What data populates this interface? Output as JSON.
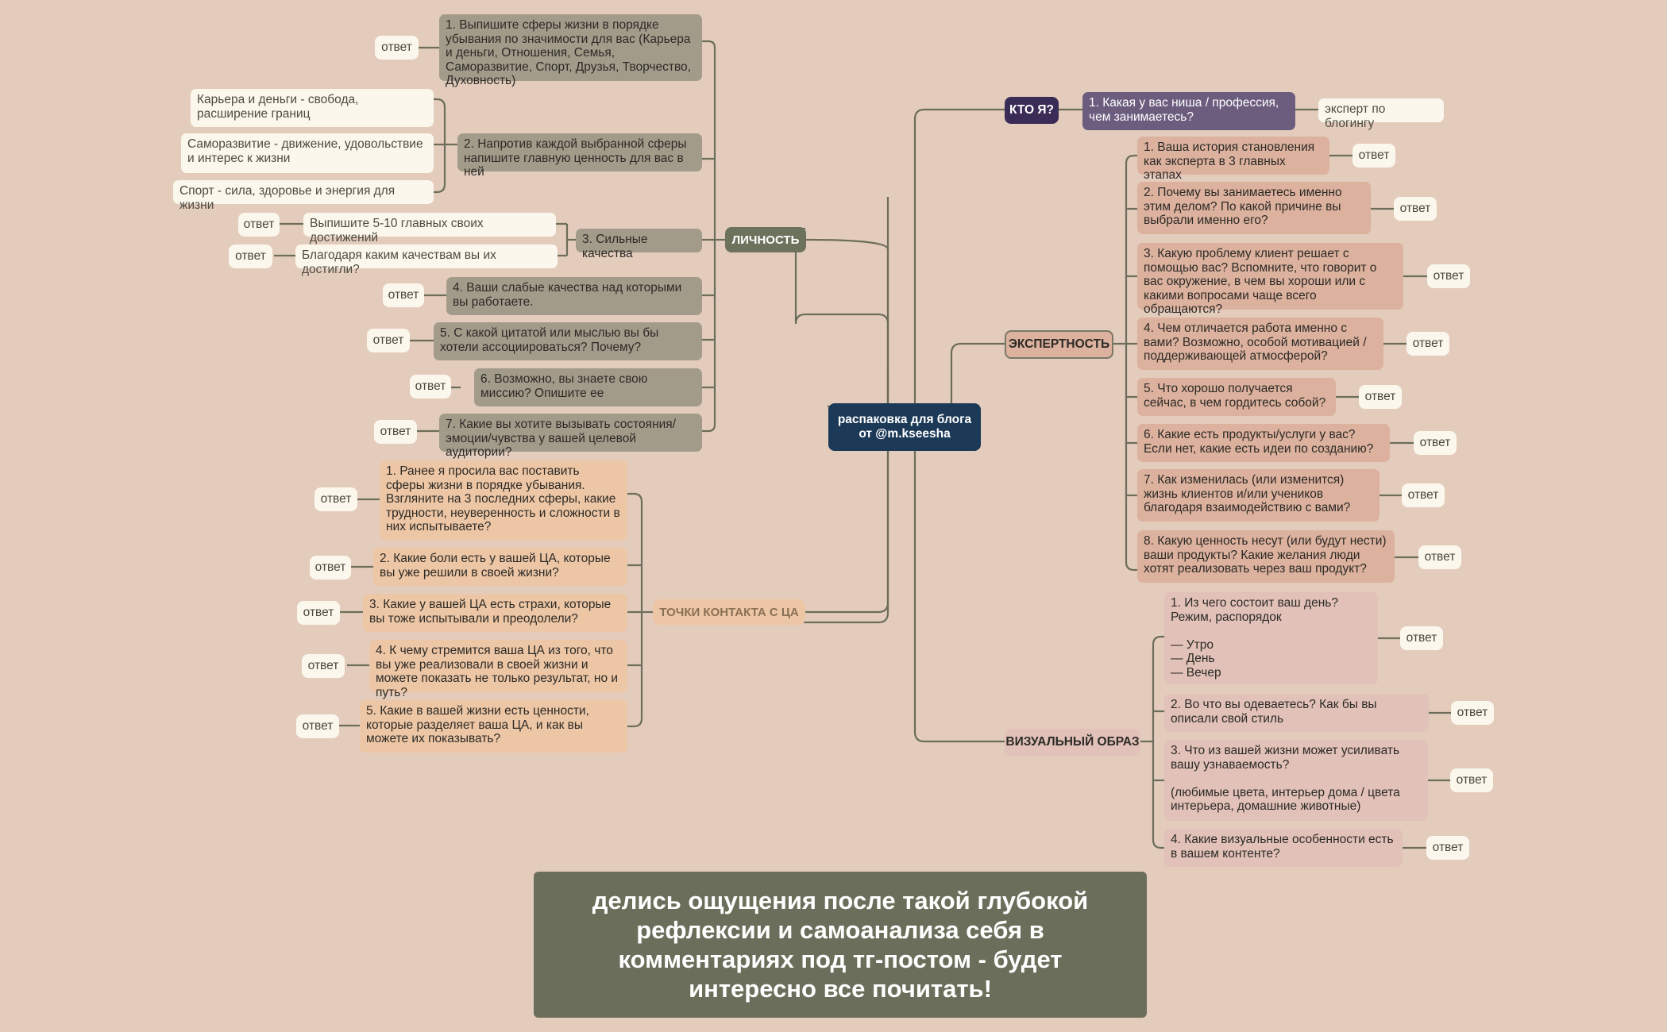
{
  "center": "распаковка для блога\nот @m.kseesha",
  "answer": "ответ",
  "colors": {
    "background": "#e4ccbd",
    "personality": "#a39b8a",
    "contact": "#edc6a5",
    "expertise": "#dcb19e",
    "visual": "#e1c1b8",
    "center": "#1c3a57",
    "who": "#3a2c57"
  },
  "personality": {
    "title": "ЛИЧНОСТЬ",
    "q1": "1. Выпишите сферы жизни в порядке убывания по значимости для вас (Карьера и деньги, Отношения, Семья, Саморазвитие, Спорт, Друзья, Творчество, Духовность)",
    "q2": "2. Напротив каждой выбранной сферы напишите главную ценность для вас в ней",
    "q2_examples": [
      "Карьера и деньги - свобода, расширение границ",
      "Саморазвитие - движение, удовольствие и интерес к жизни",
      "Спорт - сила, здоровье и энергия для жизни"
    ],
    "q3": "3. Сильные качества",
    "q3_sub": [
      "Выпишите 5-10 главных своих достижений",
      "Благодаря каким качествам вы их достигли?"
    ],
    "q4": "4. Ваши слабые качества над которыми вы работаете.",
    "q5": "5. С какой цитатой или мыслью вы бы хотели ассоциироваться? Почему?",
    "q6": "6. Возможно, вы знаете свою миссию? Опишите ее",
    "q7": "7. Какие вы хотите вызывать состояния/эмоции/чувства у вашей целевой аудитории?"
  },
  "contact": {
    "title": "ТОЧКИ КОНТАКТА С ЦА",
    "q1": "1. Ранее я просила вас поставить сферы жизни в порядке убывания. Взгляните на 3 последних сферы, какие трудности, неуверенность и сложности в них испытываете?",
    "q2": "2. Какие боли есть у вашей ЦА, которые вы уже решили в своей жизни?",
    "q3": "3. Какие у вашей ЦА есть страхи, которые вы тоже испытывали и преодолели?",
    "q4": "4. К чему стремится ваша ЦА из того, что вы уже реализовали в своей жизни и можете показать не только результат, но и путь?",
    "q5": "5. Какие в вашей жизни есть ценности, которые разделяет ваша ЦА, и как вы можете их показывать?"
  },
  "who": {
    "title": "КТО Я?",
    "q1": "1. Какая у вас ниша / профессия, чем занимаетесь?",
    "a1": "эксперт по блогингу"
  },
  "expertise": {
    "title": "ЭКСПЕРТНОСТЬ",
    "q1": "1. Ваша история становления как эксперта в 3 главных этапах",
    "q2": "2. Почему вы занимаетесь именно этим делом? По какой причине вы выбрали именно его?",
    "q3": "3. Какую проблему клиент решает с помощью вас? Вспомните, что говорит о вас окружение, в чем вы хороши или с какими вопросами чаще всего обращаются?",
    "q4": "4. Чем отличается работа именно с вами? Возможно, особой мотивацией / поддерживающей атмосферой?",
    "q5": "5. Что хорошо получается сейчас, в чем гордитесь собой?",
    "q6": "6. Какие есть продукты/услуги у вас? Если нет, какие есть идеи по созданию?",
    "q7": "7. Как изменилась (или изменится) жизнь клиентов и/или учеников благодаря взаимодействию с вами?",
    "q8": "8. Какую ценность несут (или будут нести) ваши продукты? Какие желания люди хотят реализовать через ваш продукт?"
  },
  "visual": {
    "title": "ВИЗУАЛЬНЫЙ ОБРАЗ",
    "q1": "1. Из чего состоит ваш день? Режим, распорядок\n\n— Утро\n— День\n— Вечер",
    "q2": "2. Во что вы одеваетесь? Как бы вы описали свой стиль",
    "q3": "3. Что из вашей жизни может усиливать вашу узнаваемость?\n\n(любимые цвета, интерьер дома / цвета интерьера, домашние животные)",
    "q4": "4. Какие визуальные особенности есть в вашем контенте?"
  },
  "footer": "делись ощущения после такой глубокой рефлексии и самоанализа себя в комментариях под тг-постом  - будет интересно все почитать!"
}
